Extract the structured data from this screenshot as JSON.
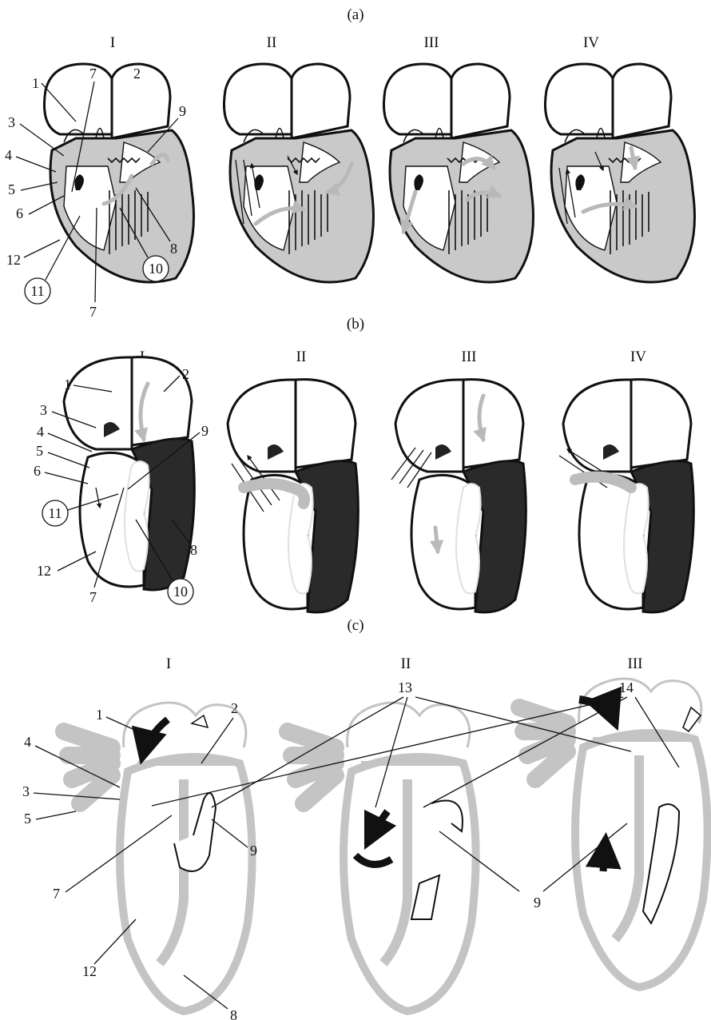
{
  "panels": [
    {
      "label": "(a)",
      "stages": [
        "I",
        "II",
        "III",
        "IV"
      ]
    },
    {
      "label": "(b)",
      "stages": [
        "I",
        "II",
        "III",
        "IV"
      ]
    },
    {
      "label": "(c)",
      "stages": [
        "I",
        "II",
        "III"
      ]
    }
  ],
  "callouts": {
    "a": [
      "1",
      "2",
      "3",
      "4",
      "5",
      "6",
      "7",
      "7",
      "8",
      "9",
      "10",
      "11",
      "12"
    ],
    "b": [
      "1",
      "2",
      "3",
      "4",
      "5",
      "6",
      "7",
      "8",
      "9",
      "10",
      "11",
      "12"
    ],
    "c": [
      "1",
      "2",
      "3",
      "4",
      "5",
      "7",
      "8",
      "9",
      "9",
      "12",
      "13",
      "14"
    ]
  },
  "circled_callouts": [
    "10",
    "11"
  ],
  "colors": {
    "stroke": "#111111",
    "muscle_gray": "#c9c9c9",
    "muscle_dark": "#2a2a2a",
    "flow_gray": "#b9b9b9"
  }
}
